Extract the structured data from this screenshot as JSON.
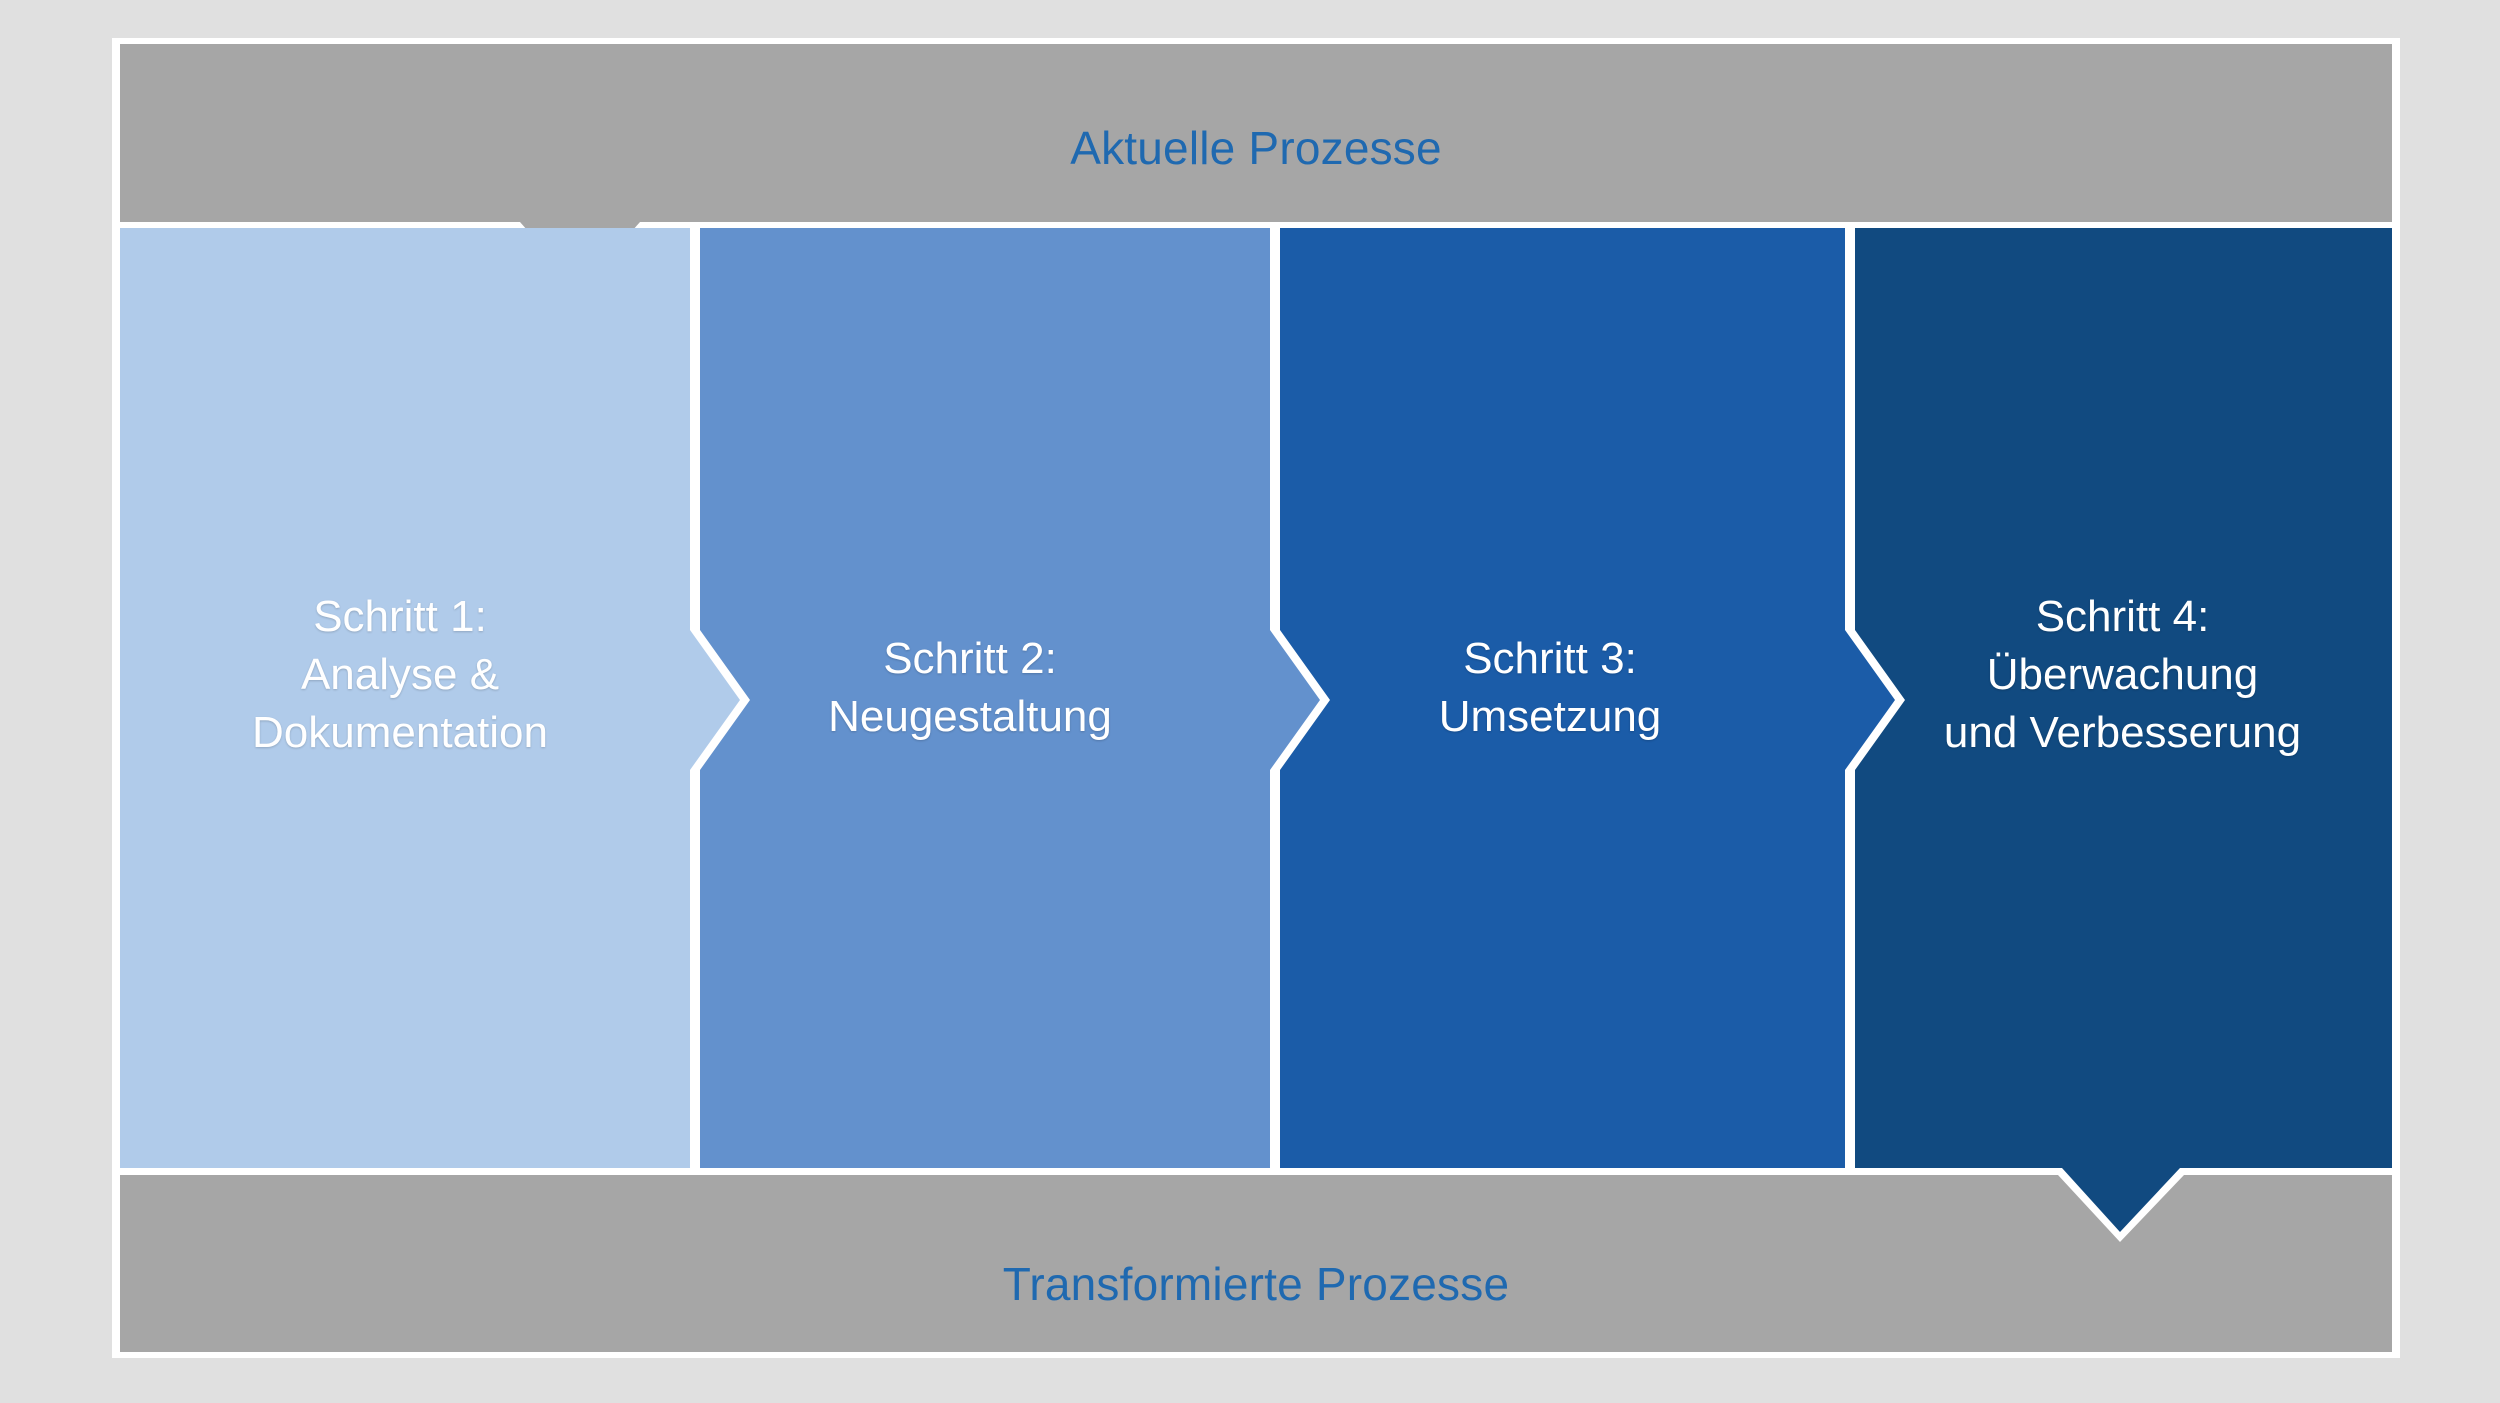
{
  "diagram": {
    "type": "process-chevron-flow",
    "title_top": "Aktuelle Prozesse",
    "title_bottom": "Transformierte Prozesse",
    "colors": {
      "background": "#e0e0e0",
      "frame": "#ffffff",
      "band": "#a6a6a6",
      "band_text": "#1f69b0",
      "step_text": "#ffffff",
      "step_1": "#b0cbea",
      "step_2": "#6391cd",
      "step_3": "#1b5ca8",
      "step_4": "#114a80",
      "separator": "#ffffff"
    },
    "top_band": {
      "label": "Aktuelle Prozesse",
      "notch": "down-arrow-into-step-1"
    },
    "bottom_band": {
      "label": "Transformierte Prozesse",
      "notch": "down-arrow-out-of-step-4"
    },
    "steps": [
      {
        "index": 1,
        "number_label": "Schritt 1:",
        "lines": [
          "Schritt 1:",
          "Analyse &",
          "Dokumentation"
        ],
        "title": "Analyse & Dokumentation",
        "color": "#b0cbea"
      },
      {
        "index": 2,
        "number_label": "Schritt 2:",
        "lines": [
          "Schritt 2:",
          "Neugestaltung"
        ],
        "title": "Neugestaltung",
        "color": "#6391cd"
      },
      {
        "index": 3,
        "number_label": "Schritt 3:",
        "lines": [
          "Schritt 3:",
          "Umsetzung"
        ],
        "title": "Umsetzung",
        "color": "#1b5ca8"
      },
      {
        "index": 4,
        "number_label": "Schritt 4:",
        "lines": [
          "Schritt 4:",
          "Überwachung",
          "und Verbesserung"
        ],
        "title": "Überwachung und Verbesserung",
        "color": "#114a80"
      }
    ]
  }
}
